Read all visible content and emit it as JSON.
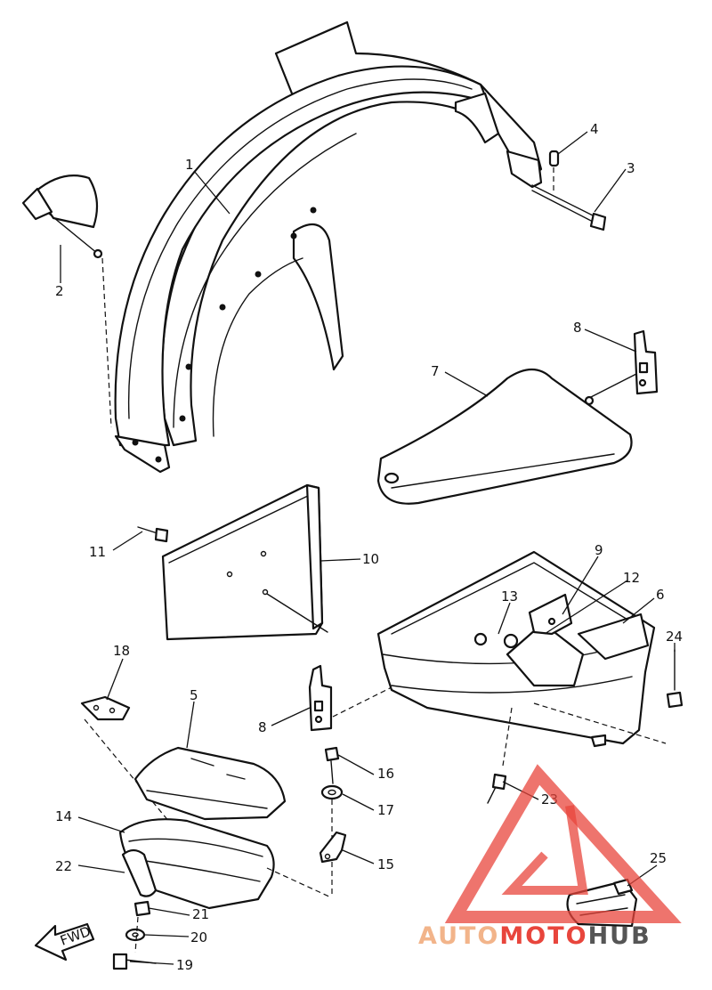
{
  "callouts": {
    "c1": "1",
    "c2": "2",
    "c3": "3",
    "c4": "4",
    "c5": "5",
    "c6": "6",
    "c7": "7",
    "c8a": "8",
    "c8b": "8",
    "c9": "9",
    "c10": "10",
    "c11": "11",
    "c12": "12",
    "c13": "13",
    "c14": "14",
    "c15": "15",
    "c16": "16",
    "c17": "17",
    "c18": "18",
    "c19": "19",
    "c20": "20",
    "c21": "21",
    "c22": "22",
    "c23": "23",
    "c24": "24",
    "c25": "25"
  },
  "fwd_arrow_label": "FWD",
  "watermark": {
    "part1": "AUTO",
    "part2": "MOTO",
    "part3": "HUB",
    "color_primary": "#e8453c",
    "color_secondary": "#f2b48a",
    "color_dark": "#555555"
  }
}
